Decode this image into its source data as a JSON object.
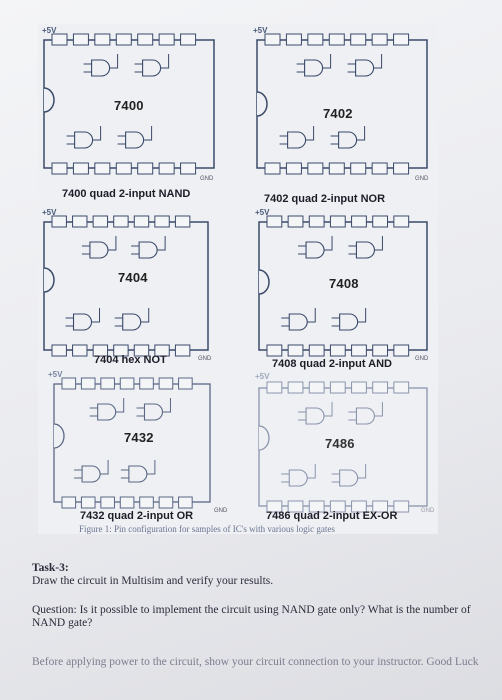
{
  "figure": {
    "vcc_label": "+5V",
    "gnd_label": "GND",
    "chips": [
      {
        "id": "7400",
        "caption": "7400 quad 2-input NAND"
      },
      {
        "id": "7402",
        "caption": "7402 quad 2-input NOR"
      },
      {
        "id": "7404",
        "caption": "7404 hex NOT"
      },
      {
        "id": "7408",
        "caption": "7408 quad 2-input AND"
      },
      {
        "id": "7432",
        "caption": "7432 quad 2-input OR"
      },
      {
        "id": "7486",
        "caption": "7486 quad 2-input EX-OR"
      }
    ],
    "caption": "Figure 1: Pin configuration for samples of IC's with various logic gates"
  },
  "task": {
    "title": "Task-3:",
    "instruction": "Draw the circuit in Multisim and verify your results.",
    "question": "Question: Is it possible to implement the circuit using NAND gate only? What is the number of NAND gate?",
    "note": "Before applying power to the circuit, show your circuit connection to your instructor. Good Luck"
  }
}
